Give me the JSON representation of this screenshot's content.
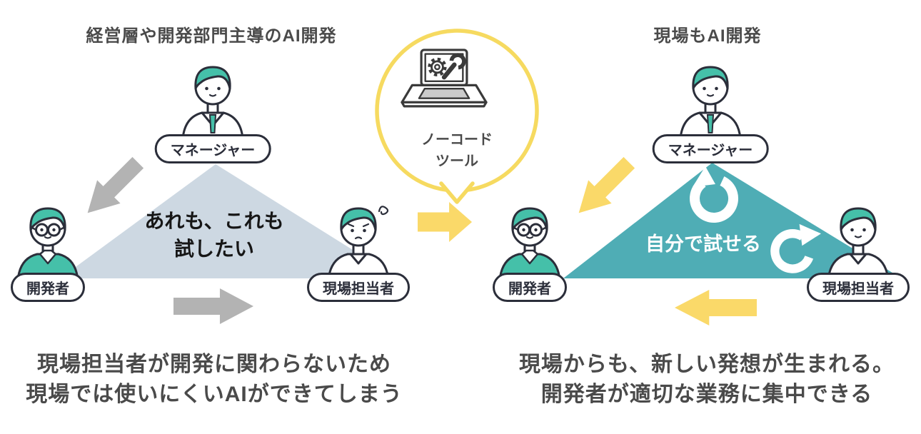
{
  "colors": {
    "text_dark": "#4a4a4a",
    "ink": "#2b2e3a",
    "teal_triangle": "#4fadb5",
    "teal_person": "#45c0a9",
    "yellow": "#fad969",
    "yellow_stroke": "#f6da60",
    "gray_arrow": "#b3b3b3",
    "tri_light": "#cdd8e2",
    "tri_text": "#161616"
  },
  "left_panel": {
    "title": "経営層や開発部門主導のAI開発",
    "triangle_text": {
      "line1": "あれも、これも",
      "line2": "試したい"
    },
    "labels": {
      "manager": "マネージャー",
      "developer": "開発者",
      "field_worker": "現場担当者"
    },
    "caption": {
      "line1": "現場担当者が開発に関わらないため",
      "line2": "現場では使いにくいAIができてしまう"
    }
  },
  "center": {
    "tool_label": {
      "line1": "ノーコード",
      "line2": "ツール"
    }
  },
  "right_panel": {
    "title": "現場もAI開発",
    "triangle_text": "自分で試せる",
    "labels": {
      "manager": "マネージャー",
      "developer": "開発者",
      "field_worker": "現場担当者"
    },
    "caption": {
      "line1": "現場からも、新しい発想が生まれる。",
      "line2": "開発者が適切な業務に集中できる"
    }
  },
  "icons": {
    "center_tool": "laptop-gear-wrench-icon",
    "speech_bubble": "yellow-speech-bubble",
    "cycle_arrows": "refresh-cycle-icon",
    "sigh_mark": "sigh-swirl-icon"
  }
}
